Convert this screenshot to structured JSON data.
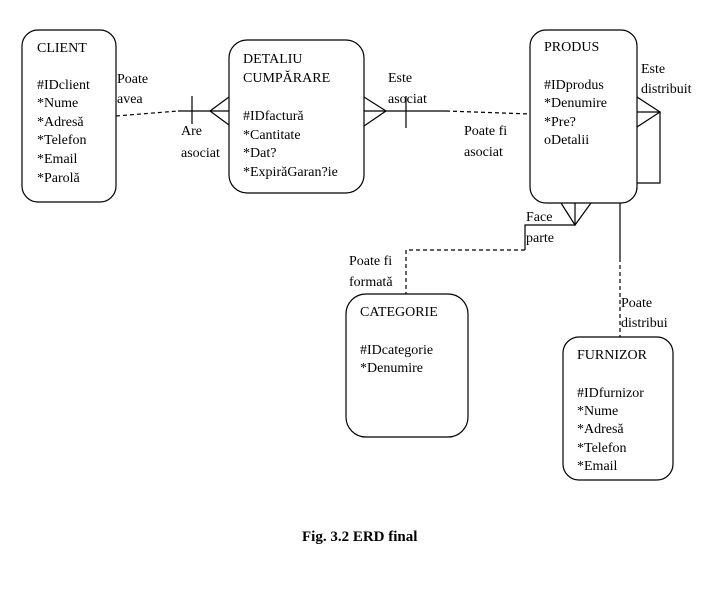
{
  "entities": {
    "client": {
      "name": "CLIENT",
      "attributes": [
        "#IDclient",
        "*Nume",
        "*Adresă",
        "*Telefon",
        "*Email",
        "*Parolă"
      ]
    },
    "detaliu": {
      "name_line1": "DETALIU",
      "name_line2": "CUMPĂRARE",
      "attributes": [
        "#IDfactură",
        "*Cantitate",
        "*Dat?",
        "*ExpirăGaran?ie"
      ]
    },
    "produs": {
      "name": "PRODUS",
      "attributes": [
        "#IDprodus",
        "*Denumire",
        "*Pre?",
        "oDetalii"
      ]
    },
    "categorie": {
      "name": "CATEGORIE",
      "attributes": [
        "#IDcategorie",
        "*Denumire"
      ]
    },
    "furnizor": {
      "name": "FURNIZOR",
      "attributes": [
        "#IDfurnizor",
        "*Nume",
        "*Adresă",
        "*Telefon",
        "*Email"
      ]
    }
  },
  "relationships": {
    "client_poate_avea": [
      "Poate",
      "avea"
    ],
    "detaliu_are_asociat": [
      "Are",
      "asociat"
    ],
    "detaliu_este_asociat": [
      "Este",
      "asociat"
    ],
    "produs_poate_fi_asociat": [
      "Poate fi",
      "asociat"
    ],
    "produs_este_distribuit": [
      "Este",
      "distribuit"
    ],
    "produs_face_parte": [
      "Face",
      "parte"
    ],
    "categorie_poate_fi_formata": [
      "Poate fi",
      "formată"
    ],
    "furnizor_poate_distribui": [
      "Poate",
      "distribui"
    ]
  },
  "caption": "Fig. 3.2  ERD final"
}
